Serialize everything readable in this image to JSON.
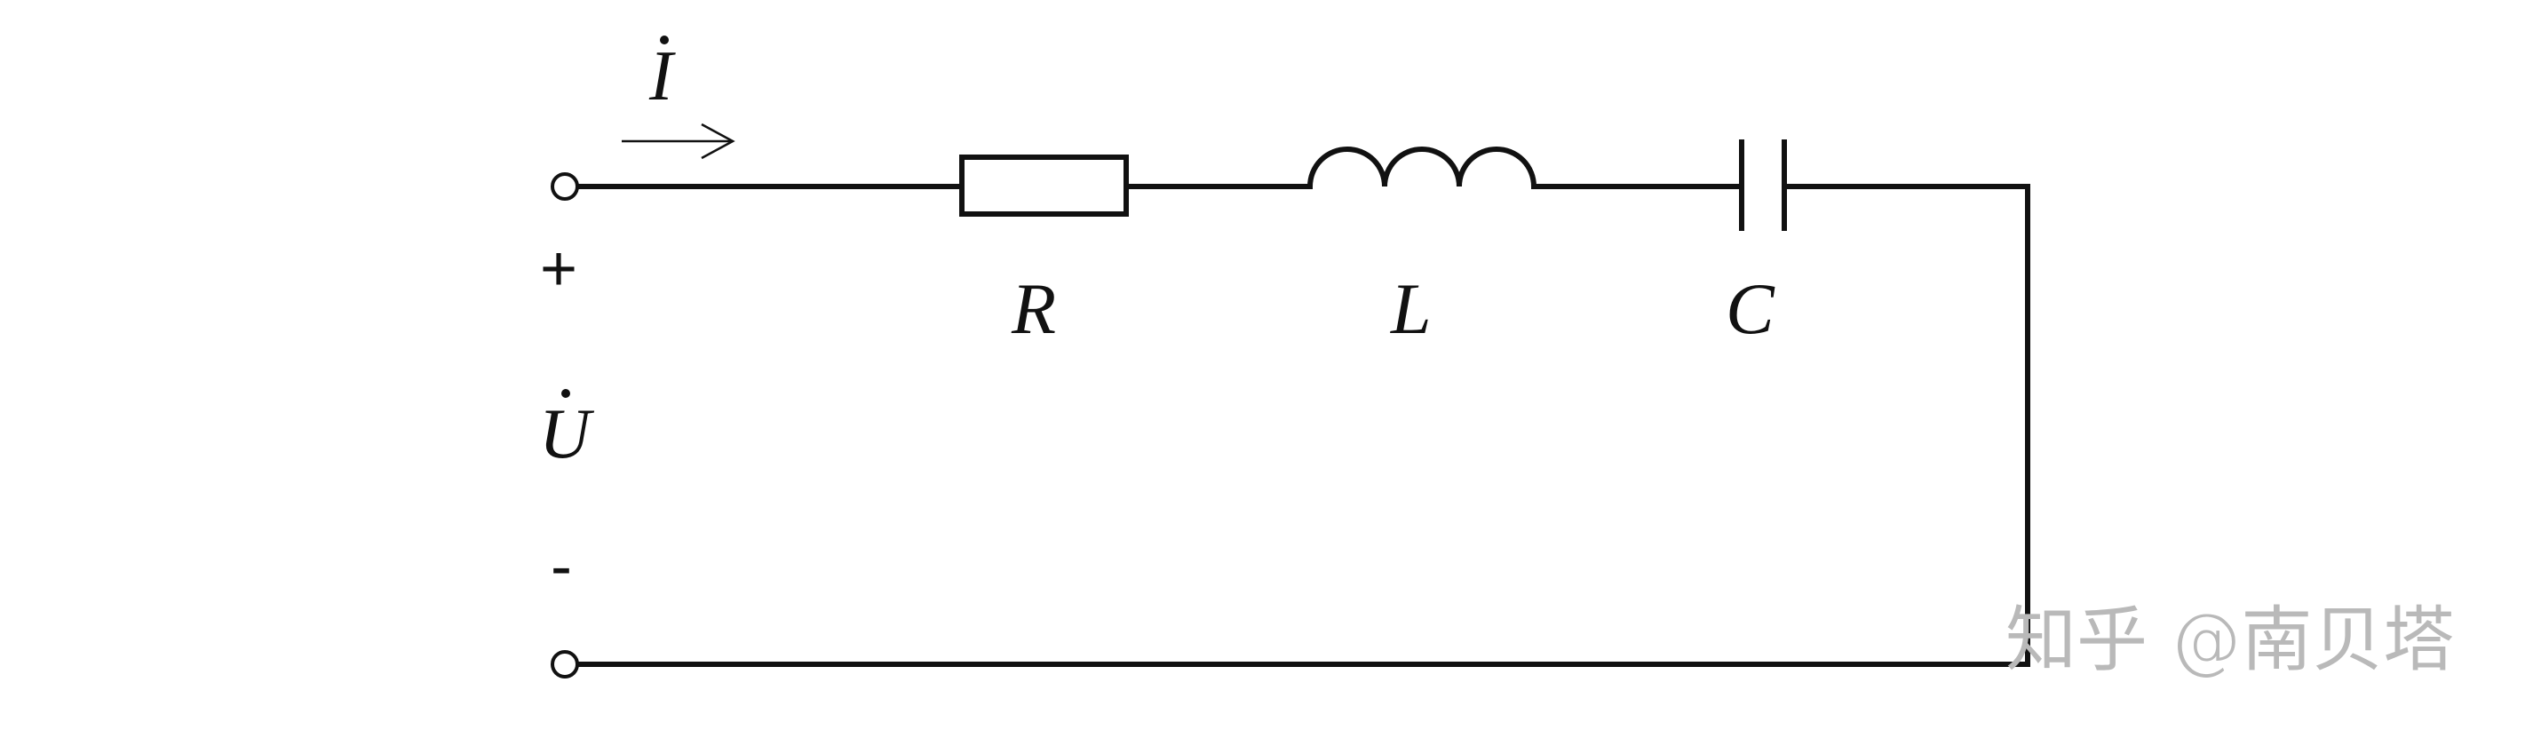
{
  "labels": {
    "current": "I",
    "voltage": "U",
    "plus": "+",
    "minus": "-",
    "resistor": "R",
    "inductor": "L",
    "capacitor": "C"
  },
  "watermark": "知乎 @南贝塔",
  "colors": {
    "ink": "#111111",
    "watermark": "#b9b9b9",
    "background": "#ffffff"
  }
}
